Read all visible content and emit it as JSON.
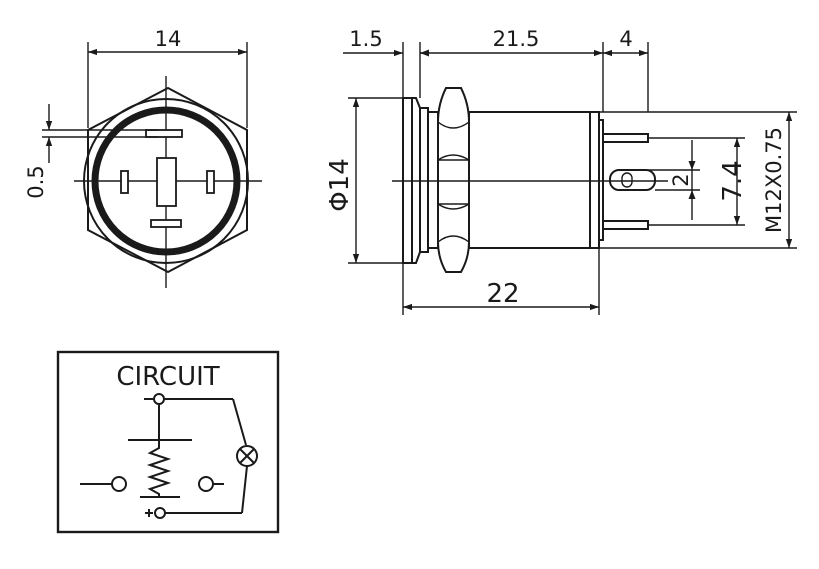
{
  "front_view": {
    "width_label": "14",
    "gap_label": "0.5"
  },
  "side_view": {
    "flange_label": "1.5",
    "body_label": "21.5",
    "terminal_label": "4",
    "total_length_label": "22",
    "diameter_label": "Φ14",
    "pin_gap_label": "2",
    "pin_span_label": "7.4",
    "thread_label": "M12X0.75"
  },
  "circuit": {
    "title": "CIRCUIT",
    "plus_sign": "+",
    "minus_sign": "-"
  }
}
